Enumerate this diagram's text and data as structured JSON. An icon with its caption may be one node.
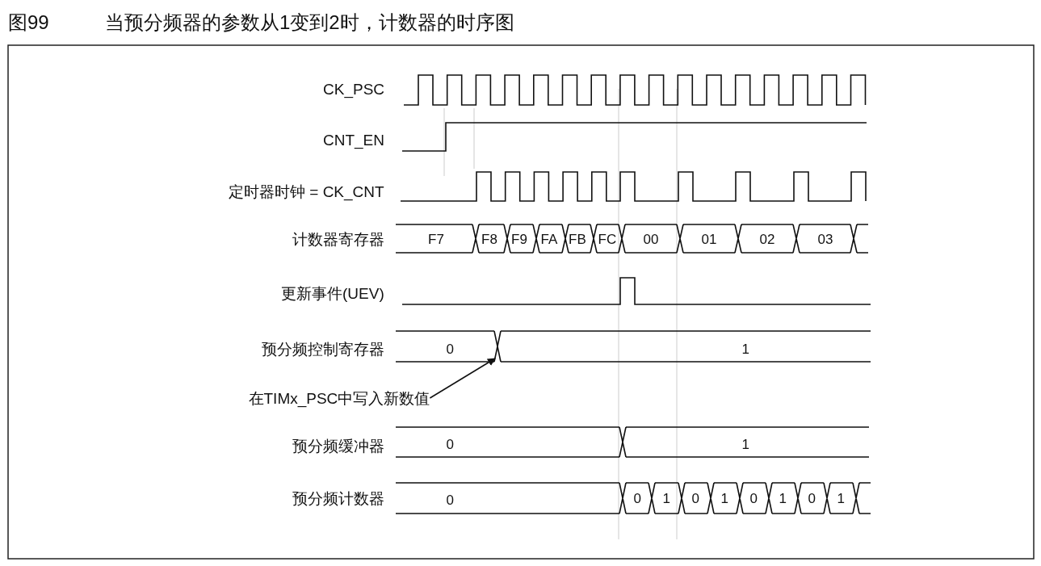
{
  "diagram": {
    "title": "当预分频器的参数从1变到2时，计数器的时序图",
    "nodes": [
      {
        "text": [
          "在TIMx_PSC中写入新数值"
        ]
      },
      {
        "text": [],
        "shape": "cross"
      }
    ],
    "edges": [
      {
        "from": 0,
        "to": 1,
        "arrow": "to"
      }
    ],
    "labels": [
      "图99",
      "CK_PSC",
      "CNT_EN",
      "定时器时钟 = CK_CNT",
      "计数器寄存器",
      "F7",
      "F8",
      "F9",
      "FA",
      "FB",
      "FC",
      "00",
      "01",
      "02",
      "03",
      "更新事件(UEV)",
      "预分频控制寄存器",
      "0",
      "1",
      "预分频缓冲器",
      "0",
      "1",
      "预分频计数器",
      "0",
      "0",
      "1",
      "0",
      "1",
      "0",
      "1",
      "0",
      "1"
    ]
  }
}
